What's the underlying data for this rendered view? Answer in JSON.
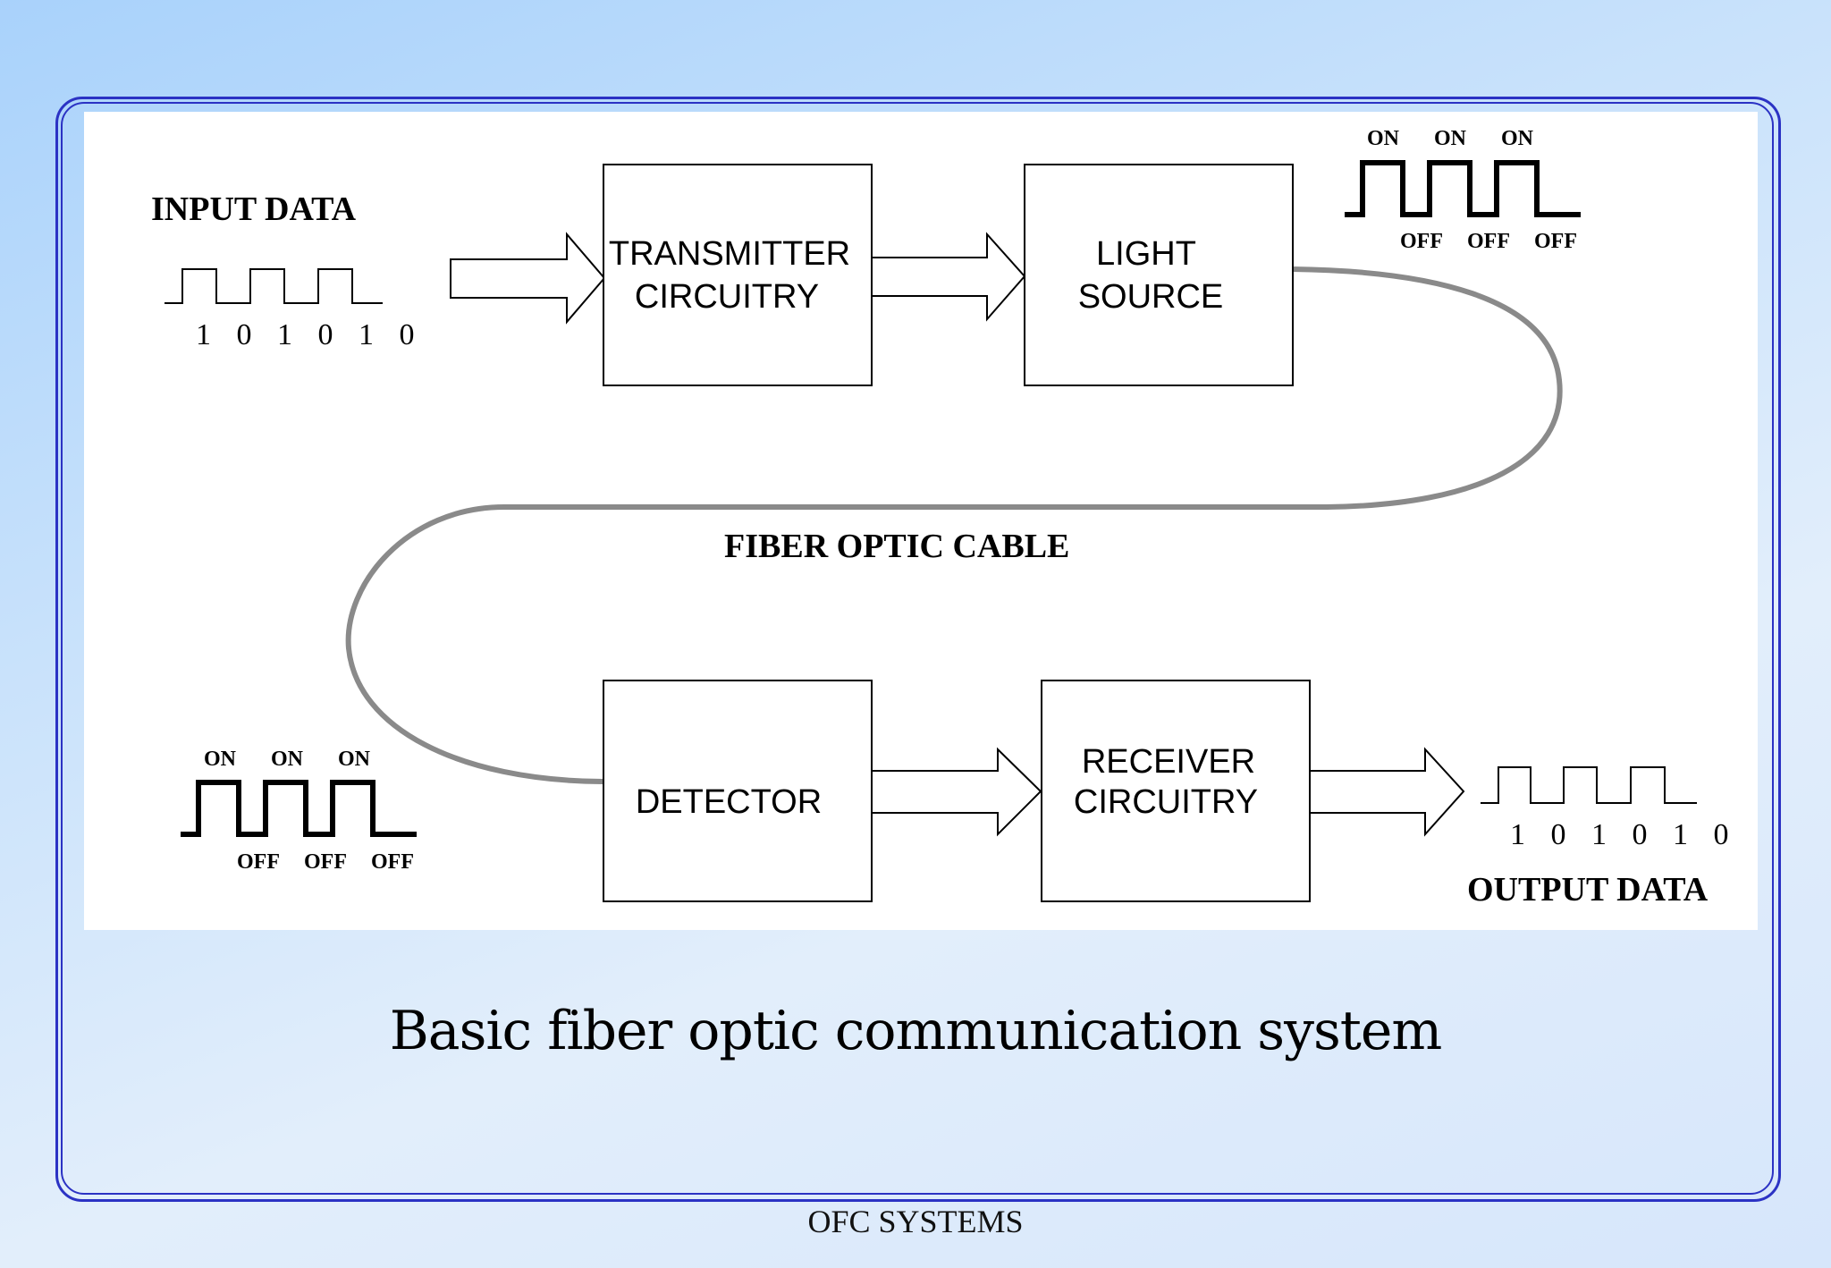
{
  "caption": "Basic fiber optic communication system",
  "footer": "OFC SYSTEMS",
  "diagram": {
    "input_label": "INPUT DATA",
    "input_bits": "1 0 1 0 1 0",
    "output_label": "OUTPUT DATA",
    "output_bits": "1 0 1 0 1 0",
    "cable_label": "FIBER OPTIC CABLE",
    "blocks": {
      "transmitter": [
        "TRANSMITTER",
        "CIRCUITRY"
      ],
      "light_source": [
        "LIGHT",
        "SOURCE"
      ],
      "detector": [
        "DETECTOR"
      ],
      "receiver": [
        "RECEIVER",
        "CIRCUITRY"
      ]
    },
    "pulse_on": "ON",
    "pulse_off": "OFF"
  },
  "colors": {
    "frame": "#2b32c4",
    "cable": "#8a8a8a",
    "panel": "#ffffff"
  }
}
